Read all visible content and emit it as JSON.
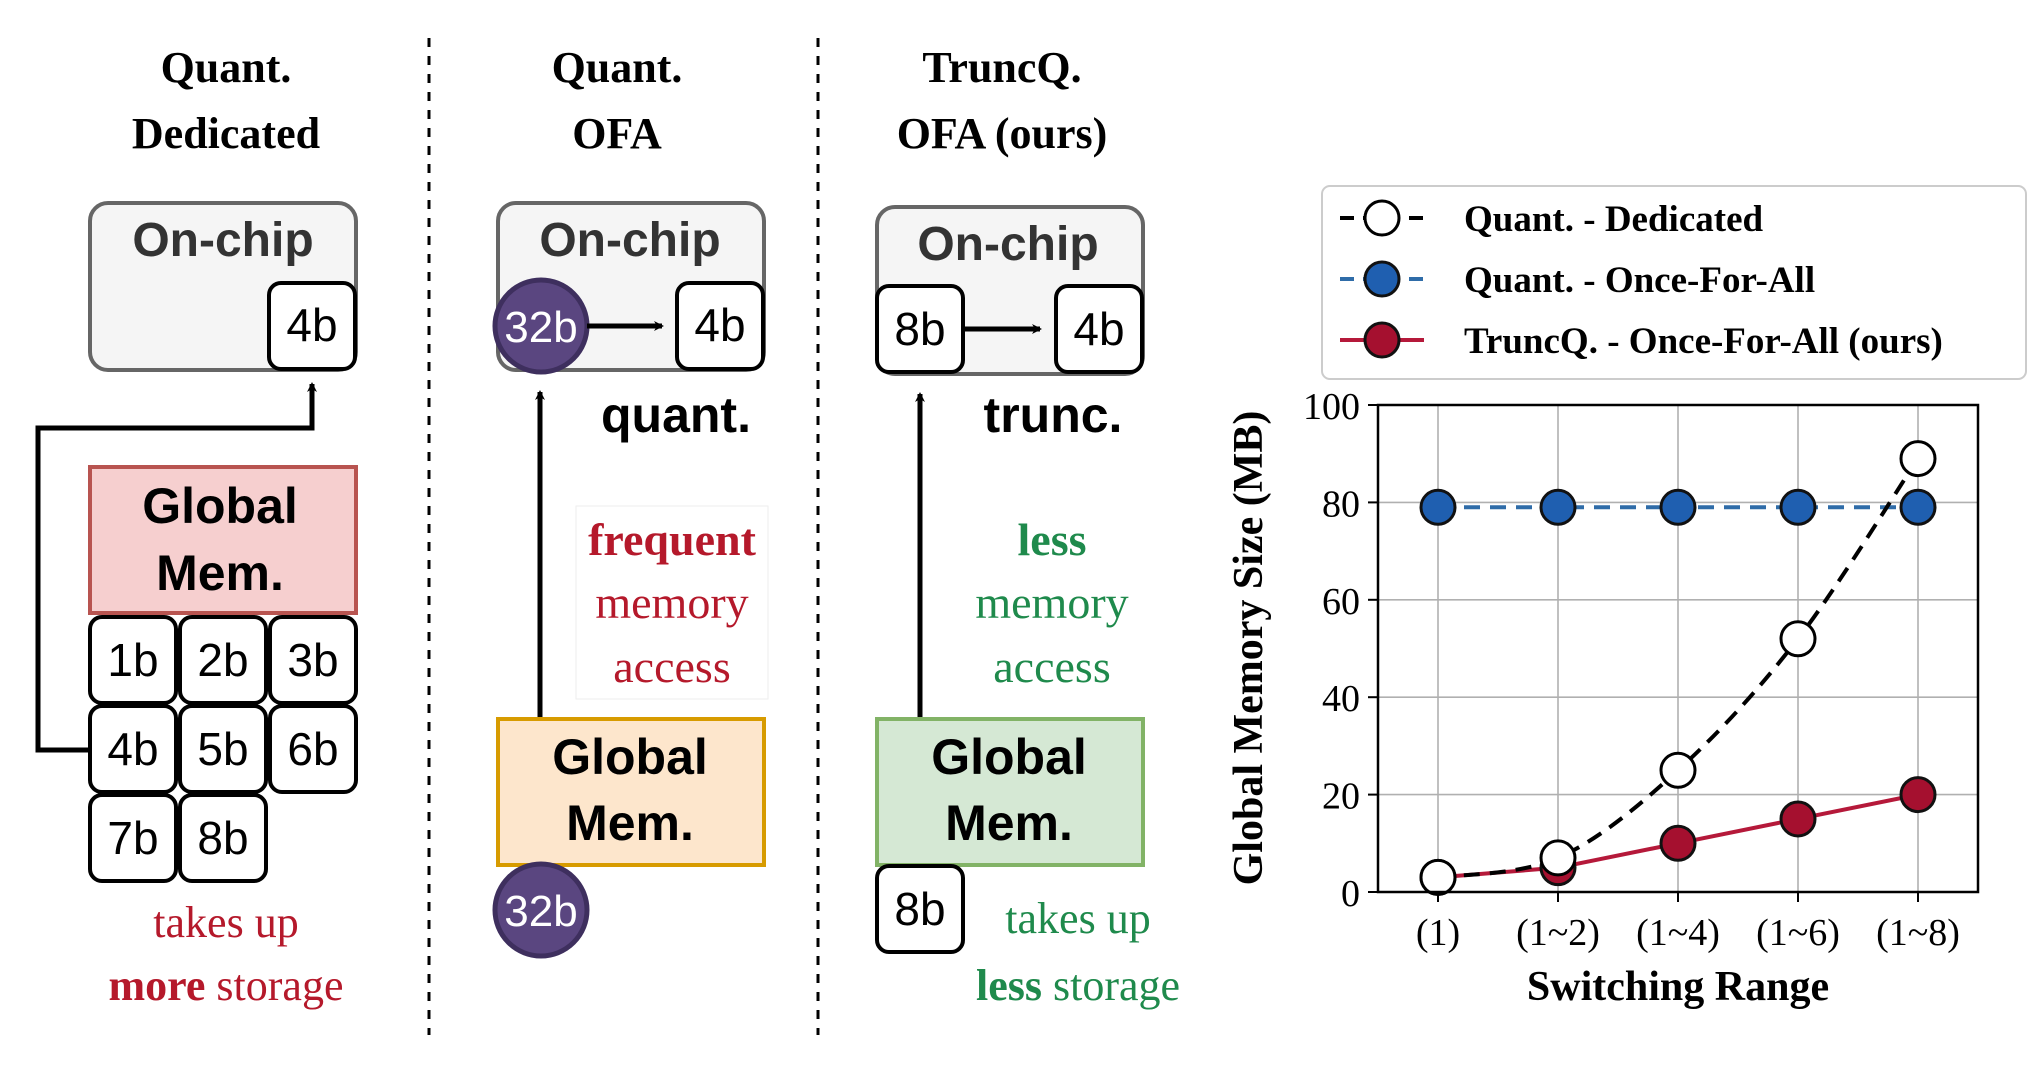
{
  "panels": {
    "dedicated": {
      "title_line1": "Quant.",
      "title_line2": "Dedicated",
      "onchip_label": "On-chip",
      "onchip_value": "4b",
      "global_line1": "Global",
      "global_line2": "Mem.",
      "stored": [
        "1b",
        "2b",
        "3b",
        "4b",
        "5b",
        "6b",
        "7b",
        "8b"
      ],
      "caption_line1": "takes up",
      "caption_bold": "more",
      "caption_rest": " storage"
    },
    "quant_ofa": {
      "title_line1": "Quant.",
      "title_line2": "OFA",
      "onchip_label": "On-chip",
      "onchip_from": "32b",
      "onchip_to": "4b",
      "op_label": "quant.",
      "note_line1": "frequent",
      "note_line2": "memory",
      "note_line3": "access",
      "global_line1": "Global",
      "global_line2": "Mem.",
      "stored": "32b"
    },
    "truncq_ofa": {
      "title_line1": "TruncQ.",
      "title_line2": "OFA (ours)",
      "onchip_label": "On-chip",
      "onchip_from": "8b",
      "onchip_to": "4b",
      "op_label": "trunc.",
      "note_line1": "less",
      "note_line2": "memory",
      "note_line3": "access",
      "global_line1": "Global",
      "global_line2": "Mem.",
      "stored": "8b",
      "caption_line1": "takes up",
      "caption_bold": "less",
      "caption_rest": " storage"
    }
  },
  "colors": {
    "red_text": "#b5192b",
    "green_text": "#1f8a4c",
    "dedicated_fill": "#f6cfcf",
    "dedicated_stroke": "#b85450",
    "ofa_fill": "#fde6cc",
    "ofa_stroke": "#d79b00",
    "truncq_fill": "#d5e8d4",
    "truncq_stroke": "#82b366",
    "onchip_fill": "#f5f5f5",
    "onchip_stroke": "#666666",
    "circle_fill": "#5a4680"
  },
  "chart_data": {
    "type": "line",
    "categories": [
      "(1)",
      "(1~2)",
      "(1~4)",
      "(1~6)",
      "(1~8)"
    ],
    "series": [
      {
        "name": "Quant. - Dedicated",
        "values": [
          3,
          7,
          25,
          52,
          89
        ],
        "color": "#000000",
        "marker": "open-circle",
        "line": "dashed"
      },
      {
        "name": "Quant. - Once-For-All",
        "values": [
          79,
          79,
          79,
          79,
          79
        ],
        "color": "#2f6ca8",
        "marker_fill": "#1f5fb0",
        "marker": "filled-circle",
        "line": "dashed"
      },
      {
        "name": "TruncQ. - Once-For-All (ours)",
        "values": [
          3,
          5,
          10,
          15,
          20
        ],
        "color": "#b5193a",
        "marker_fill": "#a5102f",
        "marker": "filled-circle",
        "line": "solid"
      }
    ],
    "xlabel": "Switching Range",
    "ylabel": "Global Memory Size (MB)",
    "ylim": [
      0,
      100
    ],
    "yticks": [
      0,
      20,
      40,
      60,
      80,
      100
    ],
    "grid": true,
    "legend": "top"
  }
}
